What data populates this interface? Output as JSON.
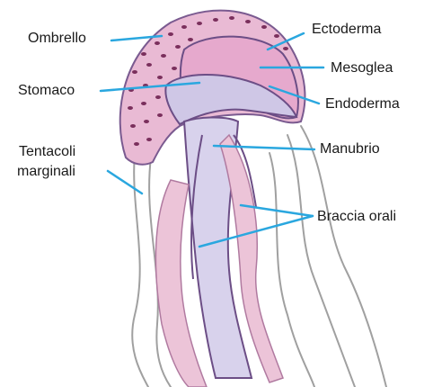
{
  "diagram": {
    "labels": {
      "ombrello": "Ombrello",
      "ectoderma": "Ectoderma",
      "mesoglea": "Mesoglea",
      "stomaco": "Stomaco",
      "endoderma": "Endoderma",
      "tentacoli_line1": "Tentacoli",
      "tentacoli_line2": "marginali",
      "manubrio": "Manubrio",
      "braccia_orali": "Braccia orali"
    },
    "colors": {
      "leader_line": "#2aa7df",
      "umbrella_fill": "#e8b6d2",
      "mesoglea_fill": "#e7a7cc",
      "stomach_fill": "#cbc4e4",
      "outline": "#6c4e86",
      "spots": "#7a2f5c",
      "tentacle": "#9a9a9a",
      "arm_fill": "#ecc4d8"
    }
  }
}
